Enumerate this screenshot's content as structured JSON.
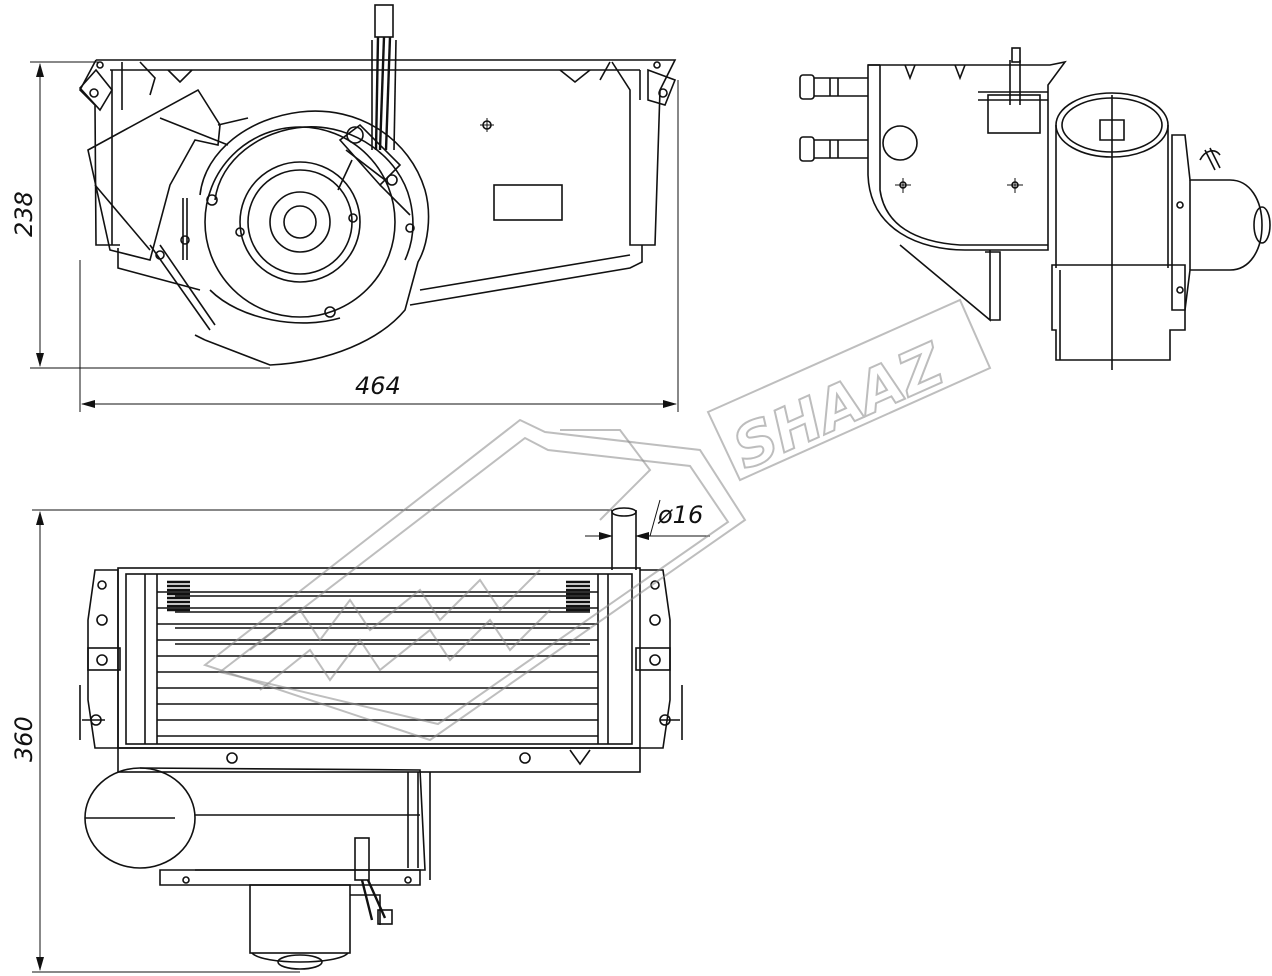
{
  "dimensions": {
    "height_front": "238",
    "width": "464",
    "height_top": "360",
    "pipe_diameter": "ø16"
  },
  "watermark": {
    "text": "SHAAZ"
  }
}
